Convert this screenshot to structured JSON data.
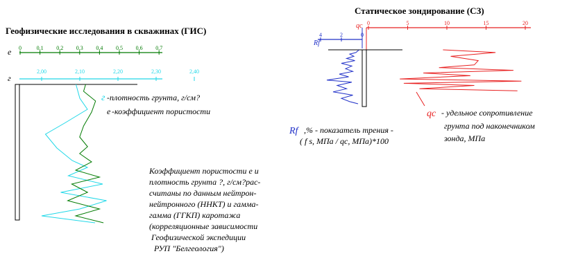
{
  "gis": {
    "title": "Геофизические исследования в скважинах (ГИС)",
    "e_axis": {
      "label": "e",
      "ticks": [
        "0",
        "0,1",
        "0,2",
        "0,3",
        "0,4",
        "0,5",
        "0,6",
        "0,7"
      ],
      "color": "#007a00"
    },
    "r_axis": {
      "label": "г",
      "ticks": [
        "2,00",
        "2,10",
        "2,20",
        "2,30",
        "2,40"
      ],
      "tick_values": [
        2.0,
        2.1,
        2.2,
        2.3,
        2.4
      ],
      "color": "#20d8e8"
    },
    "legend_density_symbol": "г",
    "legend_density": "-плотность грунта, г/см?",
    "legend_porosity_symbol": "e",
    "legend_porosity": "-коэффициент пористости",
    "note_lines": [
      "Коэффициент пористости e и",
      "плотность грунта ?, г/см?рас-",
      "считаны по данным нейтрон-",
      "нейтронного (ННКТ) и гамма-",
      "гамма (ГГКП) каротажа",
      "(корреляционные зависимости",
      "Геофизической экспедиции",
      "РУП \"Белгеология\")"
    ]
  },
  "cz": {
    "title": "Статическое зондирование (СЗ)",
    "qc_axis": {
      "label": "qc",
      "ticks": [
        "0",
        "5",
        "10",
        "15",
        "20"
      ],
      "tick_values": [
        0,
        5,
        10,
        15,
        20
      ],
      "color": "#e82020"
    },
    "rf_axis": {
      "label": "Rf",
      "ticks": [
        "4",
        "2",
        "0"
      ],
      "tick_values": [
        4,
        2,
        0
      ],
      "color": "#2030c8"
    },
    "qc_legend_symbol": "qc",
    "qc_legend_lines": [
      "- удельное сопротивление",
      "грунта  под наконечником",
      "зонда, МПа"
    ],
    "rf_legend_symbol": "Rf",
    "rf_legend_lines": [
      ",% - показатель трения -",
      "( f s, МПа / qc, МПа)*100"
    ]
  },
  "chart_data": [
    {
      "type": "line",
      "title": "Геофизические исследования в скважинах (ГИС)",
      "series": [
        {
          "name": "e",
          "color": "#007a00",
          "points": [
            [
              0.33,
              0
            ],
            [
              0.32,
              0.05
            ],
            [
              0.38,
              0.12
            ],
            [
              0.36,
              0.2
            ],
            [
              0.32,
              0.3
            ],
            [
              0.3,
              0.38
            ],
            [
              0.34,
              0.45
            ],
            [
              0.3,
              0.5
            ],
            [
              0.36,
              0.56
            ],
            [
              0.28,
              0.62
            ],
            [
              0.4,
              0.67
            ],
            [
              0.26,
              0.72
            ],
            [
              0.34,
              0.78
            ],
            [
              0.24,
              0.84
            ],
            [
              0.4,
              0.9
            ],
            [
              0.28,
              0.95
            ],
            [
              0.42,
              1.0
            ]
          ]
        },
        {
          "name": "г",
          "color": "#20d8e8",
          "points": [
            [
              2.09,
              0
            ],
            [
              2.1,
              0.1
            ],
            [
              2.12,
              0.18
            ],
            [
              2.06,
              0.28
            ],
            [
              2.01,
              0.36
            ],
            [
              2.04,
              0.46
            ],
            [
              2.08,
              0.55
            ],
            [
              2.12,
              0.6
            ],
            [
              2.07,
              0.66
            ],
            [
              2.16,
              0.72
            ],
            [
              2.05,
              0.78
            ],
            [
              2.17,
              0.84
            ],
            [
              2.1,
              0.9
            ],
            [
              2.0,
              0.95
            ],
            [
              2.14,
              1.0
            ]
          ]
        }
      ]
    },
    {
      "type": "line",
      "title": "Статическое зондирование (СЗ)",
      "series": [
        {
          "name": "qc",
          "color": "#e82020",
          "points": [
            [
              9.5,
              0
            ],
            [
              16.2,
              0.05
            ],
            [
              10.5,
              0.12
            ],
            [
              14.0,
              0.2
            ],
            [
              13.5,
              0.28
            ],
            [
              9.0,
              0.33
            ],
            [
              18.5,
              0.38
            ],
            [
              7.0,
              0.43
            ],
            [
              13.0,
              0.48
            ],
            [
              4.0,
              0.54
            ],
            [
              19.5,
              0.58
            ],
            [
              4.5,
              0.62
            ],
            [
              13.5,
              0.66
            ],
            [
              6.5,
              0.72
            ],
            [
              19.0,
              0.76
            ]
          ]
        },
        {
          "name": "Rf",
          "color": "#2030c8",
          "points": [
            [
              0.3,
              0
            ],
            [
              0.6,
              0.05
            ],
            [
              1.2,
              0.08
            ],
            [
              0.8,
              0.12
            ],
            [
              1.5,
              0.16
            ],
            [
              0.7,
              0.2
            ],
            [
              2.0,
              0.25
            ],
            [
              1.0,
              0.3
            ],
            [
              1.6,
              0.35
            ],
            [
              0.9,
              0.4
            ],
            [
              2.2,
              0.45
            ],
            [
              1.3,
              0.5
            ],
            [
              3.4,
              0.56
            ],
            [
              1.0,
              0.6
            ],
            [
              2.4,
              0.66
            ],
            [
              1.5,
              0.72
            ],
            [
              2.8,
              0.78
            ],
            [
              0.9,
              0.84
            ],
            [
              2.0,
              0.9
            ],
            [
              1.2,
              0.96
            ],
            [
              0.4,
              1.0
            ]
          ]
        }
      ]
    }
  ]
}
